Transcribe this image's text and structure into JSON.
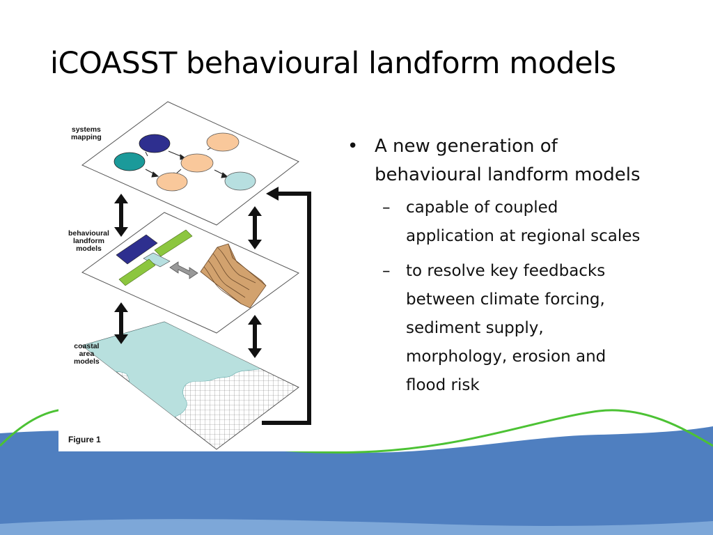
{
  "slide": {
    "title": "iCOASST behavioural landform models"
  },
  "figure": {
    "caption": "Figure 1",
    "layer_labels": {
      "systems_mapping": "systems\nmapping",
      "behavioural_models": "behavioural\nlandform\nmodels",
      "coastal_area_models": "coastal\narea\nmodels"
    }
  },
  "bullets": [
    {
      "level": 1,
      "marker": "•",
      "text": "A new generation of\nbehavioural landform models"
    },
    {
      "level": 2,
      "marker": "–",
      "text": "capable of coupled\napplication at regional scales"
    },
    {
      "level": 2,
      "marker": "–",
      "text": "to resolve key feedbacks\nbetween climate forcing,\nsediment supply,\nmorphology, erosion and\nflood risk"
    }
  ],
  "colors": {
    "wave_blue": "#4f7fc0",
    "wave_green": "#4cc234",
    "node_navy": "#2e2f8f",
    "node_teal": "#1b9a9a",
    "node_peach": "#f9c89b",
    "node_lightblue": "#b7dfe0",
    "block_green": "#8cc63f",
    "landform_tan": "#d2a26e",
    "sea_lightblue": "#b8e0de"
  }
}
